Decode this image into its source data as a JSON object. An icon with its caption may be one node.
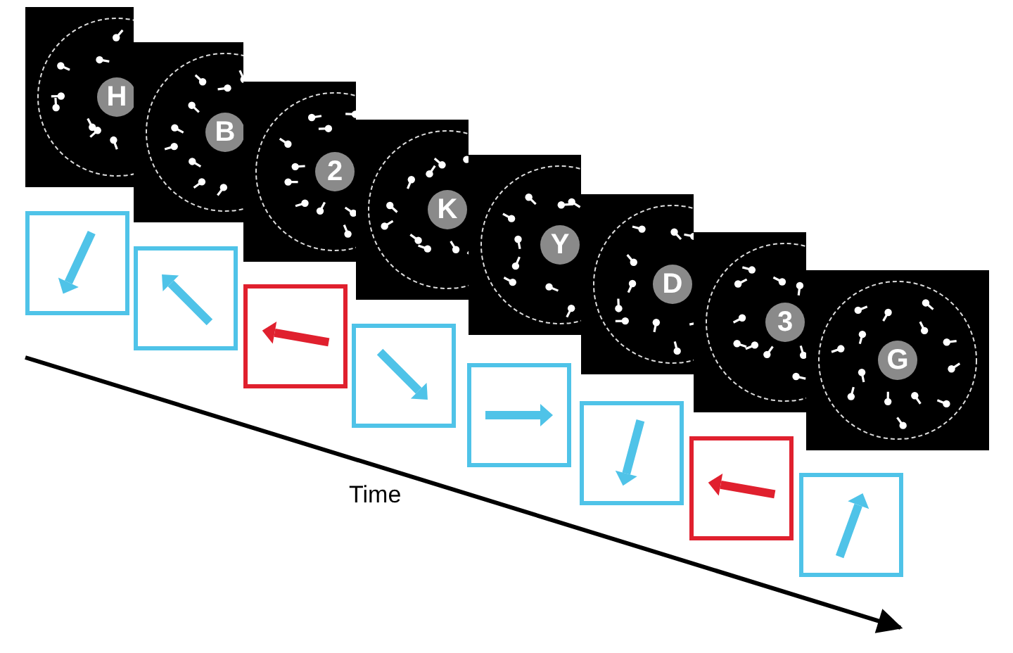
{
  "diagram": {
    "nodes": [
      {
        "text": [
          "H"
        ]
      },
      {
        "text": [],
        "shape": "box"
      },
      {
        "text": [
          "B"
        ]
      },
      {
        "text": [],
        "shape": "box"
      },
      {
        "text": [
          "2"
        ]
      },
      {
        "text": [],
        "shape": "box"
      },
      {
        "text": [
          "K"
        ]
      },
      {
        "text": [],
        "shape": "box"
      },
      {
        "text": [
          "Y"
        ]
      },
      {
        "text": [],
        "shape": "box"
      },
      {
        "text": [
          "D"
        ]
      },
      {
        "text": [],
        "shape": "box"
      },
      {
        "text": [
          "3"
        ]
      },
      {
        "text": [],
        "shape": "box"
      },
      {
        "text": [
          "G"
        ]
      },
      {
        "text": [],
        "shape": "box"
      }
    ],
    "labels": [
      "Time"
    ]
  }
}
